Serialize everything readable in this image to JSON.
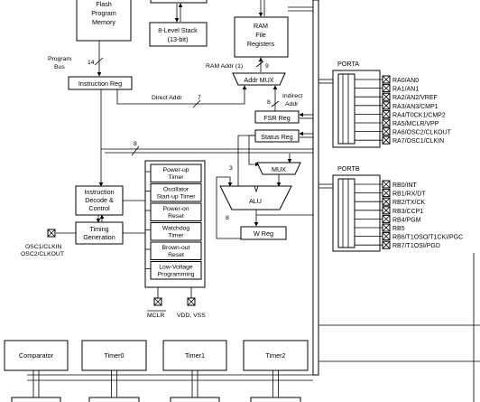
{
  "blocks": {
    "flash": [
      "Flash",
      "Program",
      "Memory"
    ],
    "stack": [
      "8-Level Stack",
      "(13-bit)"
    ],
    "ram": [
      "RAM",
      "File",
      "Registers"
    ],
    "program_bus": [
      "Program",
      "Bus"
    ],
    "program_bus_width": "14",
    "instruction_reg": "Instruction Reg",
    "direct_addr": "Direct Addr",
    "direct_addr_width": "7",
    "ram_addr": "RAM Addr (1)",
    "ram_addr_width": "9",
    "addr_mux": "Addr MUX",
    "indirect_addr": [
      "Indirect",
      "Addr"
    ],
    "fsr_width": "8",
    "fsr_reg": "FSR Reg",
    "status_reg": "Status Reg",
    "bus_width_8": "8",
    "mux": "MUX",
    "alu": "ALU",
    "alu_width": "8",
    "alu_in_width": "3",
    "w_reg": "W Reg",
    "instruction_decode": [
      "Instruction",
      "Decode &",
      "Control"
    ],
    "timing_generation": [
      "Timing",
      "Generation"
    ],
    "osc_pins": [
      "OSC1/CLKIN",
      "OSC2/CLKOUT"
    ],
    "timer_column": [
      [
        "Power-up",
        "Timer"
      ],
      [
        "Oscillator",
        "Start-up Timer"
      ],
      [
        "Power-on",
        "Reset"
      ],
      [
        "Watchdog",
        "Timer"
      ],
      [
        "Brown-out",
        "Reset"
      ],
      [
        "Low-Voltage",
        "Programming"
      ]
    ],
    "mclr": "MCLR",
    "vdd_vss": "VDD, VSS"
  },
  "porta": {
    "title": "PORTA",
    "pins": [
      "RA0/AN0",
      "RA1/AN1",
      "RA2/AN2/VREF",
      "RA3/AN3/CMP1",
      "RA4/T0CK1/CMP2",
      "RA5/MCLR/VPP",
      "RA6/OSC2/CLKOUT",
      "RA7/OSC1/CLKIN"
    ]
  },
  "portb": {
    "title": "PORTB",
    "pins": [
      "RB0/INT",
      "RB1/RX/DT",
      "RB2/TX/CK",
      "RB3/CCP1",
      "RB4/PGM",
      "RB5",
      "RB6/T1OSO/T1CKI/PGC",
      "RB7/T1OSI/PGD"
    ]
  },
  "peripherals": [
    "Comparator",
    "Timer0",
    "Timer1",
    "Timer2"
  ]
}
